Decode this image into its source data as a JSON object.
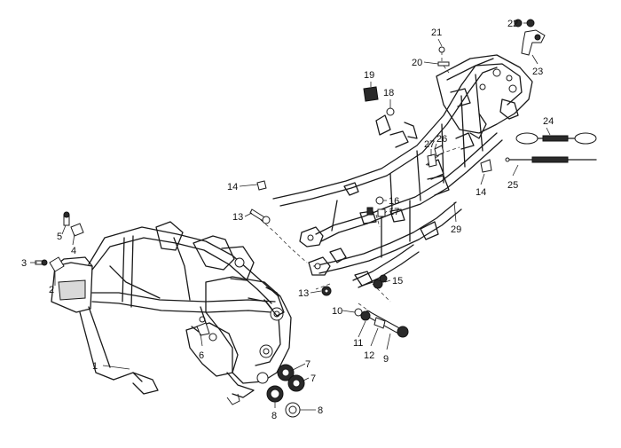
{
  "callouts": [
    "1",
    "2",
    "3",
    "4",
    "5",
    "6",
    "7",
    "7",
    "8",
    "8",
    "9",
    "10",
    "11",
    "12",
    "13",
    "13",
    "14",
    "14",
    "15",
    "16",
    "17",
    "18",
    "19",
    "20",
    "21",
    "22",
    "23",
    "24",
    "25",
    "26",
    "27",
    "29"
  ]
}
